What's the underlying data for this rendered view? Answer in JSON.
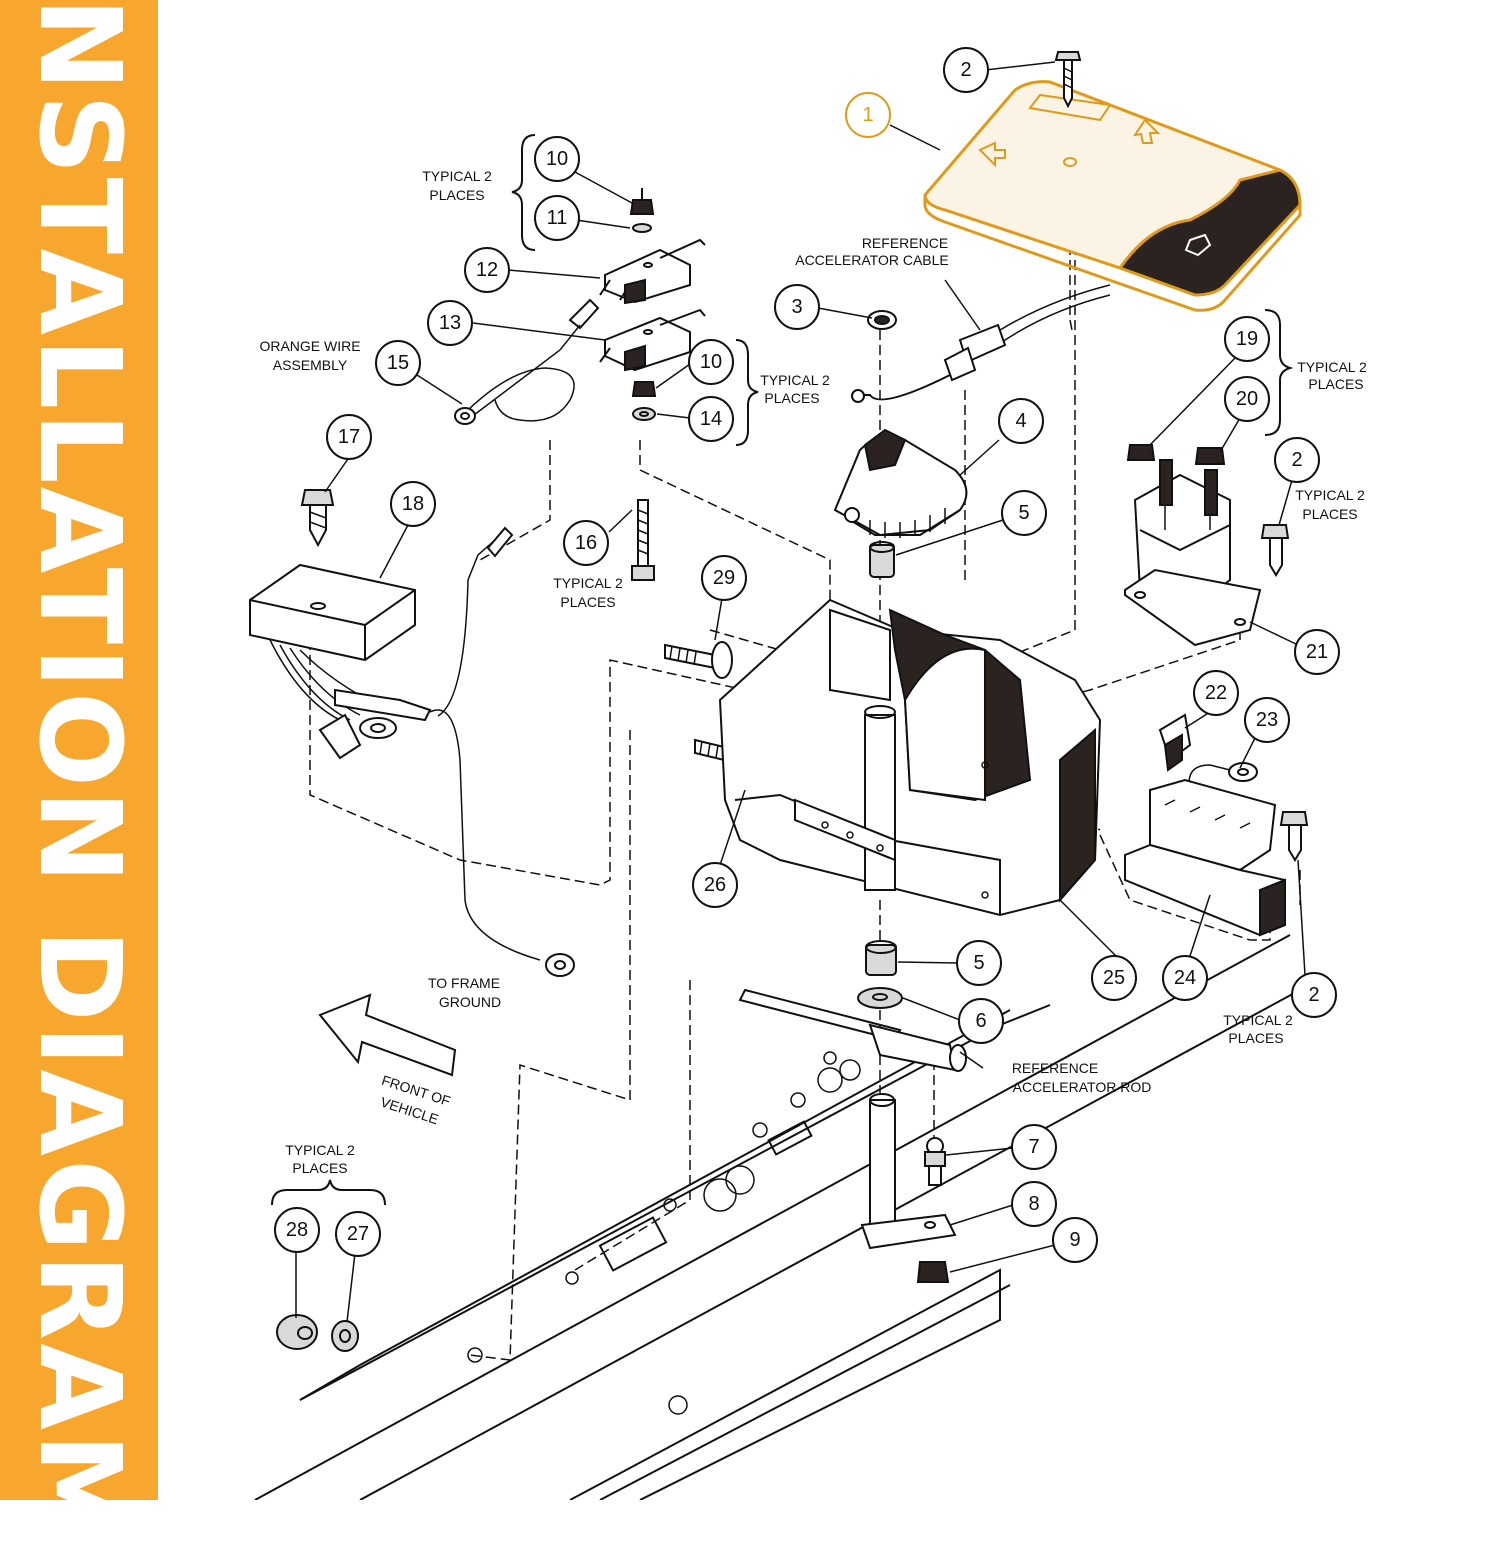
{
  "banner": {
    "title": "INSTALLATION DIAGRAM",
    "color": "#f8a72e"
  },
  "highlight_color": "#e09a1a",
  "callouts": [
    {
      "id": "c1",
      "number": "1"
    },
    {
      "id": "c2a",
      "number": "2"
    },
    {
      "id": "c2b",
      "number": "2"
    },
    {
      "id": "c2c",
      "number": "2"
    },
    {
      "id": "c3",
      "number": "3"
    },
    {
      "id": "c4",
      "number": "4"
    },
    {
      "id": "c5a",
      "number": "5"
    },
    {
      "id": "c5b",
      "number": "5"
    },
    {
      "id": "c6",
      "number": "6"
    },
    {
      "id": "c7",
      "number": "7"
    },
    {
      "id": "c8",
      "number": "8"
    },
    {
      "id": "c9",
      "number": "9"
    },
    {
      "id": "c10a",
      "number": "10"
    },
    {
      "id": "c10b",
      "number": "10"
    },
    {
      "id": "c11",
      "number": "11"
    },
    {
      "id": "c12",
      "number": "12"
    },
    {
      "id": "c13",
      "number": "13"
    },
    {
      "id": "c14",
      "number": "14"
    },
    {
      "id": "c15",
      "number": "15"
    },
    {
      "id": "c16",
      "number": "16"
    },
    {
      "id": "c17",
      "number": "17"
    },
    {
      "id": "c18",
      "number": "18"
    },
    {
      "id": "c19",
      "number": "19"
    },
    {
      "id": "c20",
      "number": "20"
    },
    {
      "id": "c21",
      "number": "21"
    },
    {
      "id": "c22",
      "number": "22"
    },
    {
      "id": "c23",
      "number": "23"
    },
    {
      "id": "c24",
      "number": "24"
    },
    {
      "id": "c25",
      "number": "25"
    },
    {
      "id": "c26",
      "number": "26"
    },
    {
      "id": "c27",
      "number": "27"
    },
    {
      "id": "c28",
      "number": "28"
    },
    {
      "id": "c29",
      "number": "29"
    }
  ],
  "captions": {
    "typical_a": [
      "TYPICAL 2",
      "PLACES"
    ],
    "typical_b": [
      "TYPICAL 2",
      "PLACES"
    ],
    "typical_c": [
      "TYPICAL 2",
      "PLACES"
    ],
    "typical_d": [
      "TYPICAL 2",
      "PLACES"
    ],
    "typical_e": [
      "TYPICAL 2",
      "PLACES"
    ],
    "typical_f": [
      "TYPICAL 2",
      "PLACES"
    ],
    "typical_g": [
      "TYPICAL 2",
      "PLACES"
    ],
    "orange_wire": [
      "ORANGE WIRE",
      "ASSEMBLY"
    ],
    "ref_cable": [
      "REFERENCE",
      "ACCELERATOR CABLE"
    ],
    "ref_rod": [
      "REFERENCE",
      "ACCELERATOR ROD"
    ],
    "frame_ground": [
      "TO FRAME",
      "GROUND"
    ],
    "front_vehicle": [
      "FRONT OF",
      "VEHICLE"
    ]
  }
}
